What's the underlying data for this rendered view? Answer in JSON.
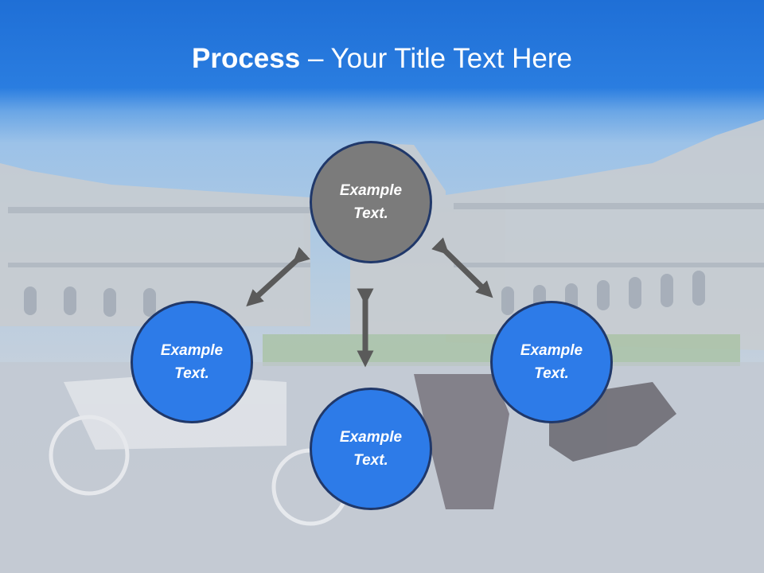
{
  "title": {
    "bold": "Process",
    "dash": " – ",
    "rest": "Your Title Text Here"
  },
  "nodes": {
    "top": "Example Text.",
    "left": "Example Text.",
    "right": "Example Text.",
    "bottom": "Example Text."
  },
  "colors": {
    "header": "#1f6fd6",
    "node_blue": "#2d7be8",
    "node_gray": "#7b7b7b",
    "arrow": "#5a5a5a"
  }
}
